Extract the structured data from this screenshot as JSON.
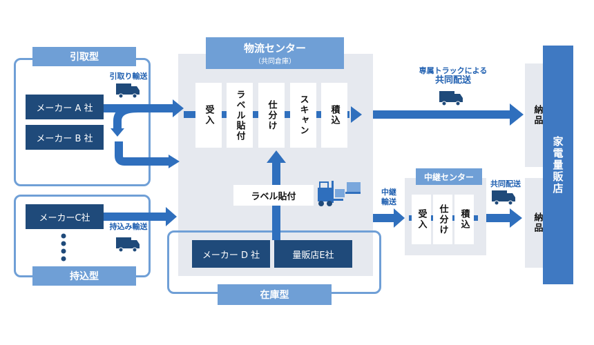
{
  "hikitori": {
    "label": "引取型",
    "transport": "引取り輸送",
    "makers": [
      "メーカー A 社",
      "メーカー B 社"
    ]
  },
  "mochikomi": {
    "label": "持込型",
    "transport": "持込み輸送",
    "makers": [
      "メーカーC社"
    ]
  },
  "center": {
    "title": "物流センター",
    "subtitle": "（共同倉庫）",
    "steps": [
      "受入",
      "ラベル貼付",
      "仕分け",
      "スキャン",
      "積込"
    ],
    "label_station": "ラベル貼付"
  },
  "zaiko": {
    "label": "在庫型",
    "holders": [
      "メーカー D 社",
      "量販店E社"
    ]
  },
  "dedicated": {
    "line1": "専属トラックによる",
    "line2": "共同配送"
  },
  "relay": {
    "title": "中継センター",
    "transport_line1": "中継",
    "transport_line2": "輸送",
    "steps": [
      "受入",
      "仕分け",
      "積込"
    ]
  },
  "relay_delivery": {
    "label": "共同配送"
  },
  "nohin": [
    "納品",
    "納品"
  ],
  "store": {
    "label": "家電量販店"
  }
}
